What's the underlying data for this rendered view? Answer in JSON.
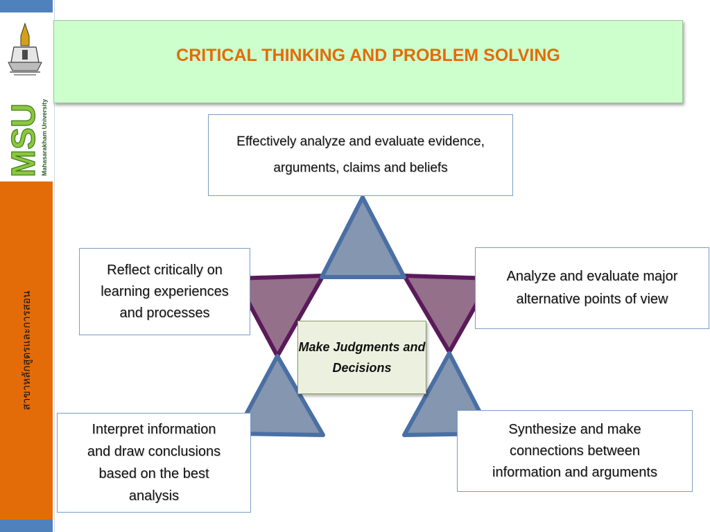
{
  "sidebar": {
    "logo_label": "Mahasarakham University",
    "msu": "MSU",
    "vertical_text": "สาขาหลักสูตรและการสอน",
    "accent": "#e36c09",
    "band_color": "#4f81bd"
  },
  "header": {
    "title": "CRITICAL THINKING AND PROBLEM SOLVING",
    "color": "#e36c09"
  },
  "center": {
    "line1": "Make Judgments",
    "line2": "and Decisions"
  },
  "boxes": {
    "top": {
      "line1": "Effectively analyze and evaluate evidence,",
      "line2": "arguments, claims and beliefs"
    },
    "left": {
      "line1": "Reflect critically on",
      "line2": "learning experiences",
      "line3": "and processes"
    },
    "right": {
      "line1": "Analyze and evaluate major",
      "line2": "alternative points of view"
    },
    "bottom_left": {
      "line1": "Interpret information",
      "line2": "and draw conclusions",
      "line3": "based on the best",
      "line4": "analysis"
    },
    "bottom_right": {
      "line1": "Synthesize and make",
      "line2": "connections between",
      "line3": "information and arguments"
    }
  },
  "star_colors": {
    "blue_fill": "#8496b0",
    "blue_edge": "#4a6fa5",
    "purple_fill": "#94708a",
    "purple_edge": "#5a1a5a"
  }
}
